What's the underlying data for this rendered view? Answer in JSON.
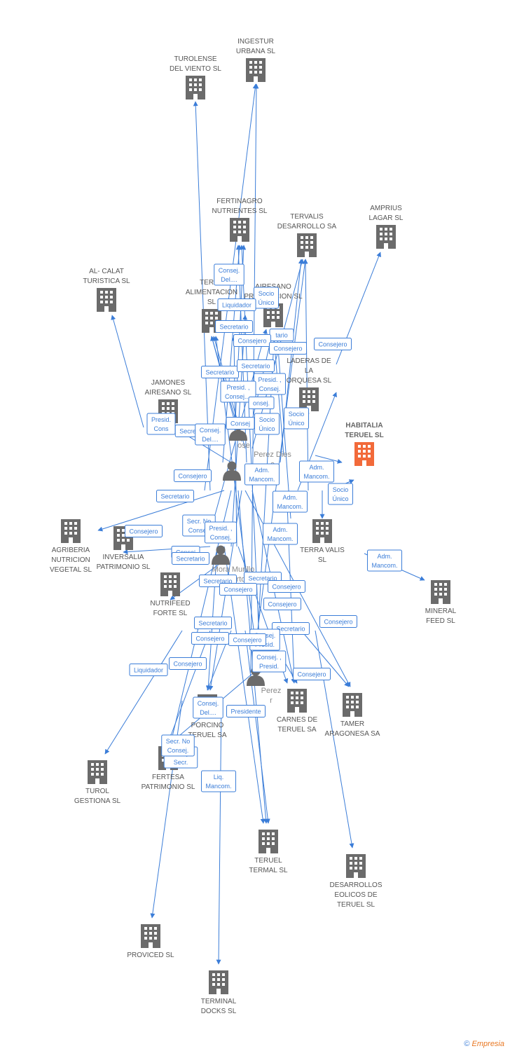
{
  "colors": {
    "edge": "#3b7dd8",
    "company": "#6b6b6b",
    "focus_company": "#f26a3a",
    "person": "#6b6b6b"
  },
  "footer": {
    "copyright_symbol": "©",
    "brand_initial": "E",
    "brand_rest": "mpresia"
  },
  "companies": [
    {
      "id": "ingestur",
      "lines": [
        "INGESTUR",
        "URBANA SL"
      ],
      "icon": "building-icon"
    },
    {
      "id": "turolense",
      "lines": [
        "TUROLENSE",
        "DEL VIENTO SL"
      ],
      "icon": "building-icon"
    },
    {
      "id": "fertinagro",
      "lines": [
        "FERTINAGRO",
        "NUTRIENTES SL"
      ],
      "icon": "building-icon"
    },
    {
      "id": "tervalis",
      "lines": [
        "TERVALIS",
        "DESARROLLO SA"
      ],
      "icon": "building-icon"
    },
    {
      "id": "amprius",
      "lines": [
        "AMPRIUS",
        "LAGAR SL"
      ],
      "icon": "building-icon"
    },
    {
      "id": "alcalat",
      "lines": [
        "AL- CALAT",
        "TURISTICA SL"
      ],
      "icon": "building-icon"
    },
    {
      "id": "terra_alim",
      "lines": [
        "TERRA",
        "ALIMENTACION",
        "SL"
      ],
      "icon": "building-icon"
    },
    {
      "id": "airesano_prod",
      "lines": [
        "AIRESANO",
        "PRODUCCION SL"
      ],
      "icon": "building-icon"
    },
    {
      "id": "laderas",
      "lines": [
        "LADERAS DE",
        "LA",
        "ORQUESA SL"
      ],
      "icon": "building-icon"
    },
    {
      "id": "jamones",
      "lines": [
        "JAMONES",
        "AIRESANO SL"
      ],
      "icon": "building-icon"
    },
    {
      "id": "habitalia",
      "lines": [
        "HABITALIA",
        "TERUEL SL"
      ],
      "icon": "building-icon",
      "focus": true
    },
    {
      "id": "agribería",
      "lines": [
        "AGRIBERIA",
        "NUTRICION",
        "VEGETAL SL"
      ],
      "icon": "building-icon"
    },
    {
      "id": "inversalia",
      "lines": [
        "INVERSALIA",
        "PATRIMONIO  SL"
      ],
      "icon": "building-icon"
    },
    {
      "id": "terravalis",
      "lines": [
        "TERRA VALIS",
        "SL"
      ],
      "icon": "building-icon"
    },
    {
      "id": "nutrifeed",
      "lines": [
        "NUTRIFEED",
        "FORTE  SL"
      ],
      "icon": "building-icon"
    },
    {
      "id": "mineral",
      "lines": [
        "MINERAL",
        "FEED SL"
      ],
      "icon": "building-icon"
    },
    {
      "id": "porcino",
      "lines": [
        "PORCINO",
        "TERUEL SA"
      ],
      "icon": "building-icon"
    },
    {
      "id": "carnes",
      "lines": [
        "CARNES DE",
        "TERUEL SA"
      ],
      "icon": "building-icon"
    },
    {
      "id": "tamer",
      "lines": [
        "TAMER",
        "ARAGONESA SA"
      ],
      "icon": "building-icon"
    },
    {
      "id": "turol",
      "lines": [
        "TUROL",
        "GESTIONA SL"
      ],
      "icon": "building-icon"
    },
    {
      "id": "fertesa",
      "lines": [
        "FERTESA",
        "PATRIMONIO  SL"
      ],
      "icon": "building-icon"
    },
    {
      "id": "teruel_termal",
      "lines": [
        "TERUEL",
        "TERMAL SL"
      ],
      "icon": "building-icon"
    },
    {
      "id": "desarrollos",
      "lines": [
        "DESARROLLOS",
        "EOLICOS DE",
        "TERUEL SL"
      ],
      "icon": "building-icon"
    },
    {
      "id": "proviced",
      "lines": [
        "PROVICED SL"
      ],
      "icon": "building-icon"
    },
    {
      "id": "terminal",
      "lines": [
        "TERMINAL",
        "DOCKS SL"
      ],
      "icon": "building-icon"
    }
  ],
  "persons": [
    {
      "id": "perez_dies",
      "lines": [
        "Perez Dies",
        "o"
      ],
      "icon": "person-icon"
    },
    {
      "id": "mora_murillo",
      "lines": [
        "Mora Murillo",
        "Alberto"
      ],
      "icon": "person-icon"
    },
    {
      "id": "perez_3",
      "lines": [
        "Perez",
        "r"
      ],
      "icon": "person-icon"
    },
    {
      "id": "hidden_4",
      "lines": [
        "ose"
      ],
      "icon": "person-icon"
    }
  ],
  "roles": [
    {
      "lines": [
        "Consej.",
        "Del...."
      ]
    },
    {
      "lines": [
        "Socio",
        "Único"
      ]
    },
    {
      "lines": [
        "Liquidador"
      ]
    },
    {
      "lines": [
        "Secretario"
      ]
    },
    {
      "lines": [
        "tario"
      ]
    },
    {
      "lines": [
        "Consejero"
      ]
    },
    {
      "lines": [
        "Consejero"
      ]
    },
    {
      "lines": [
        "Consejero"
      ]
    },
    {
      "lines": [
        "Secretario"
      ]
    },
    {
      "lines": [
        "Secretario"
      ]
    },
    {
      "lines": [
        "Presid. ,",
        "Consej."
      ]
    },
    {
      "lines": [
        "Presid. ,",
        "Consej...."
      ]
    },
    {
      "lines": [
        "onsej."
      ]
    },
    {
      "lines": [
        "Presid.",
        "Cons"
      ]
    },
    {
      "lines": [
        "Secre"
      ]
    },
    {
      "lines": [
        "Consej.",
        "Del...."
      ]
    },
    {
      "lines": [
        "Consej"
      ]
    },
    {
      "lines": [
        "Socio",
        "Único"
      ]
    },
    {
      "lines": [
        "Socio",
        "Único"
      ]
    },
    {
      "lines": [
        "Adm.",
        "Mancom."
      ]
    },
    {
      "lines": [
        "Adm.",
        "Mancom."
      ]
    },
    {
      "lines": [
        "Consejero"
      ]
    },
    {
      "lines": [
        "Secretario"
      ]
    },
    {
      "lines": [
        "Adm.",
        "Mancom."
      ]
    },
    {
      "lines": [
        "Socio",
        "Único"
      ]
    },
    {
      "lines": [
        "Secr.  No",
        "Consej."
      ]
    },
    {
      "lines": [
        "Presid. ,",
        "Consej."
      ]
    },
    {
      "lines": [
        "Consejero"
      ]
    },
    {
      "lines": [
        "Consej"
      ]
    },
    {
      "lines": [
        "Adm.",
        "Mancom."
      ]
    },
    {
      "lines": [
        "Secretario"
      ]
    },
    {
      "lines": [
        "Adm.",
        "Mancom."
      ]
    },
    {
      "lines": [
        "Secretario"
      ]
    },
    {
      "lines": [
        "Secretario"
      ]
    },
    {
      "lines": [
        "Consejero"
      ]
    },
    {
      "lines": [
        "Consejero"
      ]
    },
    {
      "lines": [
        "Consejero"
      ]
    },
    {
      "lines": [
        "Secretario"
      ]
    },
    {
      "lines": [
        "Consejero"
      ]
    },
    {
      "lines": [
        "Consejero"
      ]
    },
    {
      "lines": [
        "Secretario"
      ]
    },
    {
      "lines": [
        "Consejero"
      ]
    },
    {
      "lines": [
        "Consej.",
        "Presid."
      ]
    },
    {
      "lines": [
        "Consej. ,",
        "Presid."
      ]
    },
    {
      "lines": [
        "Liquidador"
      ]
    },
    {
      "lines": [
        "Consejero"
      ]
    },
    {
      "lines": [
        "Consej.",
        "Del...."
      ]
    },
    {
      "lines": [
        "Presidente"
      ]
    },
    {
      "lines": [
        "Consej. ,",
        "Secr."
      ]
    },
    {
      "lines": [
        "Liq.",
        "Mancom."
      ]
    },
    {
      "lines": [
        "Secr.  No",
        "Consej."
      ]
    },
    {
      "lines": [
        "Consejero"
      ]
    }
  ]
}
